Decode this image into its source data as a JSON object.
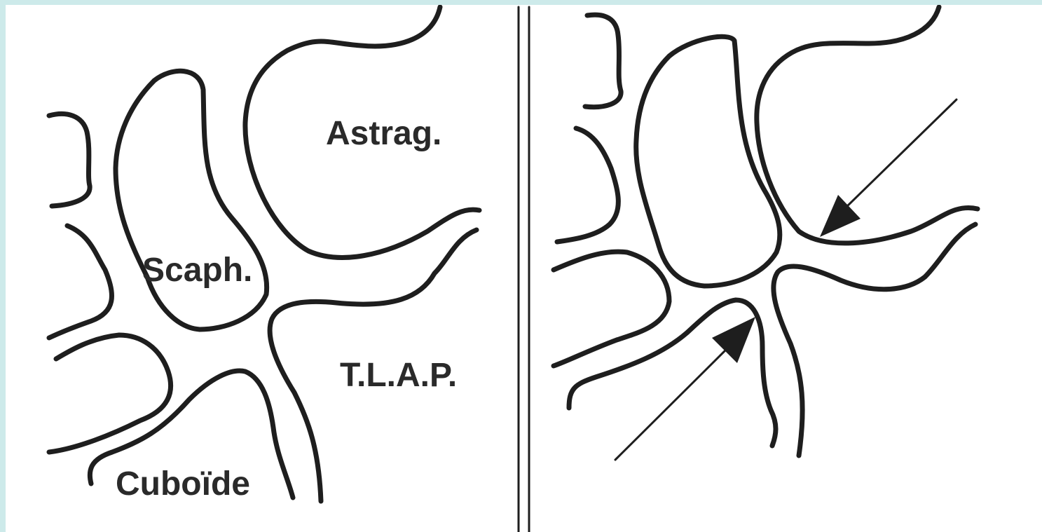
{
  "labels": {
    "astragalus": "Astrag.",
    "scaphoid": "Scaph.",
    "tlap": "T.L.A.P.",
    "cuboid": "Cuboïde"
  },
  "colors": {
    "ink": "#1e1e1e",
    "label": "#2a2a2a",
    "paper": "#ffffff",
    "frame": "#cdeaea"
  },
  "panels": [
    "left",
    "right"
  ],
  "arrows": [
    "arrow-upper",
    "arrow-lower"
  ]
}
